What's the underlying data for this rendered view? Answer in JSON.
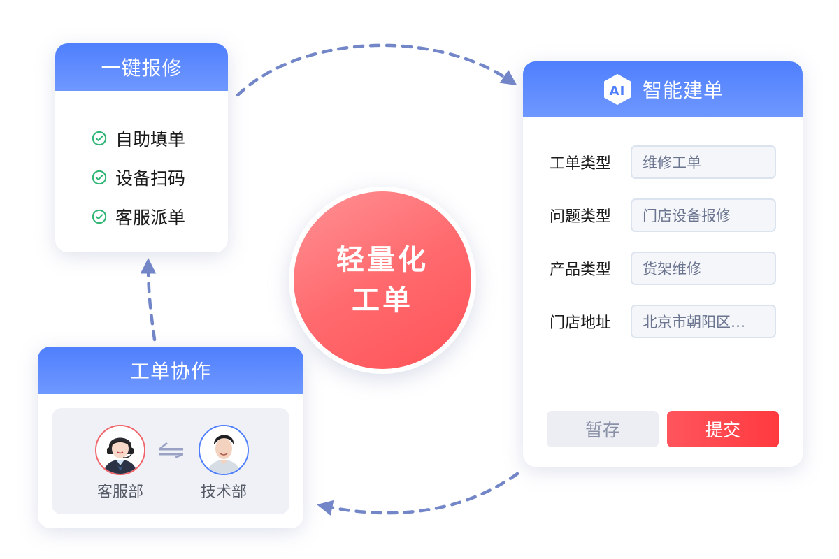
{
  "center": {
    "line1": "轻量化",
    "line2": "工单"
  },
  "repair_card": {
    "title": "一键报修",
    "items": [
      {
        "icon": "check-circle-icon",
        "label": "自助填单"
      },
      {
        "icon": "check-circle-icon",
        "label": "设备扫码"
      },
      {
        "icon": "check-circle-icon",
        "label": "客服派单"
      }
    ]
  },
  "ai_card": {
    "badge": "AI",
    "title": "智能建单",
    "fields": [
      {
        "label": "工单类型",
        "value": "维修工单"
      },
      {
        "label": "问题类型",
        "value": "门店设备报修"
      },
      {
        "label": "产品类型",
        "value": "货架维修"
      },
      {
        "label": "门店地址",
        "value": "北京市朝阳区…"
      }
    ],
    "buttons": {
      "save": "暂存",
      "submit": "提交"
    }
  },
  "collab_card": {
    "title": "工单协作",
    "left_person": {
      "label": "客服部",
      "ring_color": "#f06469"
    },
    "right_person": {
      "label": "技术部",
      "ring_color": "#4f7ffd"
    },
    "swap_icon": "swap-arrows-icon"
  },
  "colors": {
    "header_blue": "#4f7ffd",
    "accent_red": "#ff4a50",
    "check_green": "#2fb574",
    "arrow": "#7386c8"
  }
}
